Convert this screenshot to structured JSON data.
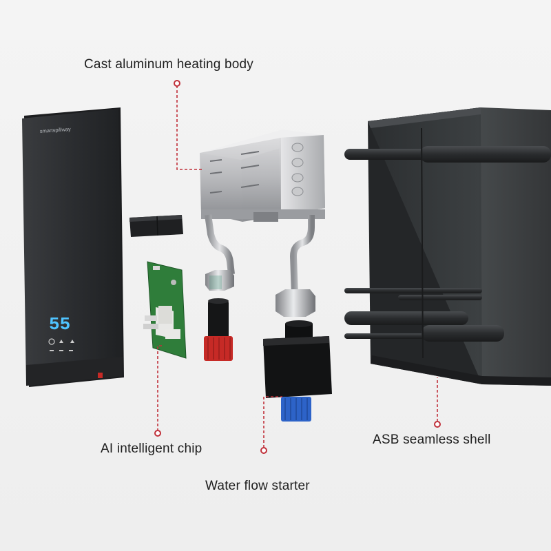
{
  "callouts": {
    "heating_body": "Cast aluminum heating body",
    "chip": "AI intelligent chip",
    "shell": "ASB seamless shell",
    "starter": "Water flow starter"
  },
  "heater_panel": {
    "brand_text": "smartspillway",
    "display_value": "55"
  },
  "colors": {
    "callout_line": "#c0303a",
    "panel": "#2e3033",
    "display": "#4fc3ff",
    "pcb": "#2f7d3a",
    "red_fitting": "#c62a26",
    "blue_fitting": "#2d63c8",
    "shell": "#3a3d3f"
  }
}
